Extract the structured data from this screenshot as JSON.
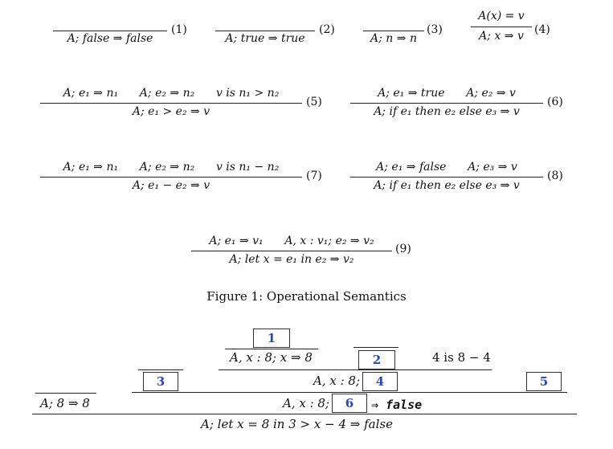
{
  "rules": {
    "r1": {
      "premise": "",
      "conclusion": "A; false ⇒ false",
      "number": "(1)"
    },
    "r2": {
      "premise": "",
      "conclusion": "A; true ⇒ true",
      "number": "(2)"
    },
    "r3": {
      "premise": "",
      "conclusion": "A; n ⇒ n",
      "number": "(3)"
    },
    "r4": {
      "premise": "A(x) = v",
      "conclusion": "A; x ⇒ v",
      "number": "(4)"
    },
    "r5": {
      "premise": "A; e₁ ⇒ n₁      A; e₂ ⇒ n₂      v is n₁ > n₂",
      "conclusion": "A; e₁ > e₂ ⇒ v",
      "number": "(5)"
    },
    "r6": {
      "premise": "A; e₁ ⇒ true      A; e₂ ⇒ v",
      "conclusion": "A; if e₁ then e₂ else e₃ ⇒ v",
      "number": "(6)"
    },
    "r7": {
      "premise": "A; e₁ ⇒ n₁      A; e₂ ⇒ n₂      v is n₁ − n₂",
      "conclusion": "A; e₁ − e₂ ⇒ v",
      "number": "(7)"
    },
    "r8": {
      "premise": "A; e₁ ⇒ false      A; e₃ ⇒ v",
      "conclusion": "A; if e₁ then e₂ else e₃ ⇒ v",
      "number": "(8)"
    },
    "r9": {
      "premise": "A; e₁ ⇒ v₁      A, x : v₁; e₂ ⇒ v₂",
      "conclusion": "A; let x = e₁ in e₂ ⇒ v₂",
      "number": "(9)"
    }
  },
  "caption": "Figure 1: Operational Semantics",
  "derivation": {
    "box1": "1",
    "box2": "2",
    "box3": "3",
    "box4": "4",
    "box5": "5",
    "box6": "6",
    "lookup": "A, x : 8; x ⇒ 8",
    "arith": "4 is 8 − 4",
    "mid_prefix": "A, x : 8;",
    "low_prefix": "A, x : 8;",
    "low_suffix": "⇒ false",
    "left_leaf": "A; 8 ⇒ 8",
    "final": "A;  let x = 8 in 3 > x − 4 ⇒ false"
  }
}
